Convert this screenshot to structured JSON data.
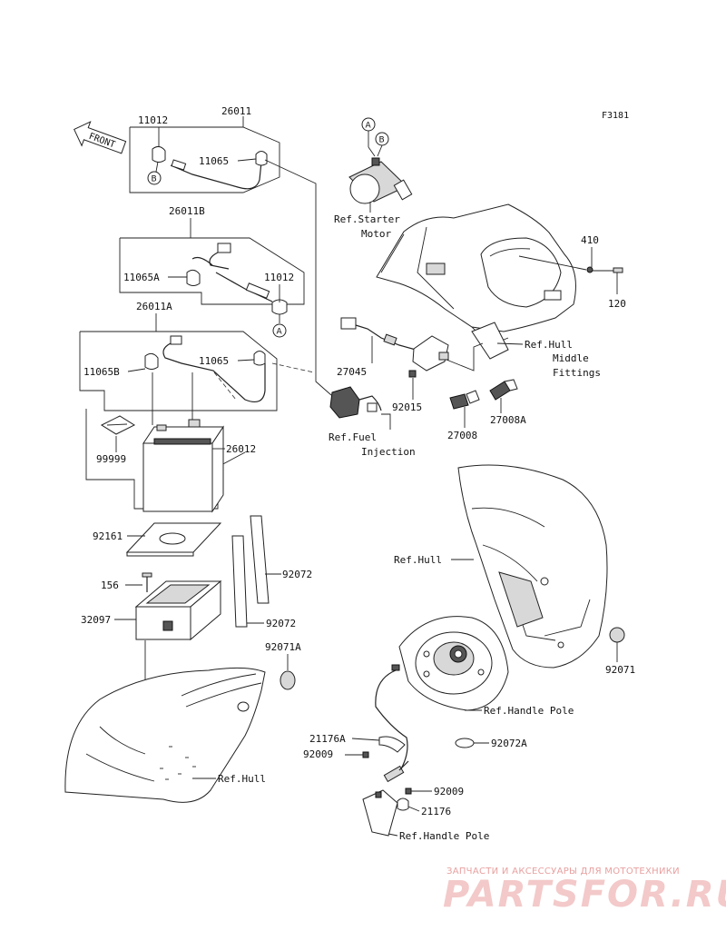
{
  "figure_code": "F3181",
  "front_arrow": "FRONT",
  "labels": {
    "p26011": "26011",
    "p11012_top": "11012",
    "p11065_top": "11065",
    "p26011B": "26011B",
    "p11065A": "11065A",
    "p11012_mid": "11012",
    "p26011A": "26011A",
    "p11065B": "11065B",
    "p11065_mid": "11065",
    "p99999": "99999",
    "p26012": "26012",
    "p92161": "92161",
    "p156": "156",
    "p32097": "32097",
    "p92072_a": "92072",
    "p92072_b": "92072",
    "p92071A": "92071A",
    "ref_hull_left": "Ref.Hull",
    "ref_starter_1": "Ref.Starter",
    "ref_starter_2": "Motor",
    "p410": "410",
    "p120": "120",
    "ref_hull_mid_1": "Ref.Hull",
    "ref_hull_mid_2": "Middle",
    "ref_hull_mid_3": "Fittings",
    "p27045": "27045",
    "p92015": "92015",
    "ref_fuel_1": "Ref.Fuel",
    "ref_fuel_2": "Injection",
    "p27008": "27008",
    "p27008A": "27008A",
    "ref_hull_right": "Ref.Hull",
    "p92071": "92071",
    "ref_handle_pole_1": "Ref.Handle Pole",
    "p21176A": "21176A",
    "p92009_a": "92009",
    "p92072A": "92072A",
    "p92009_b": "92009",
    "p21176": "21176",
    "ref_handle_pole_2": "Ref.Handle Pole"
  },
  "callouts": {
    "a_top": "A",
    "b_top": "B",
    "b_left": "B",
    "a_mid": "A"
  },
  "watermark": {
    "line1": "ЗАПЧАСТИ И АКСЕССУАРЫ ДЛЯ МОТОТЕХНИКИ",
    "line2": "PARTSFOR.RU"
  }
}
